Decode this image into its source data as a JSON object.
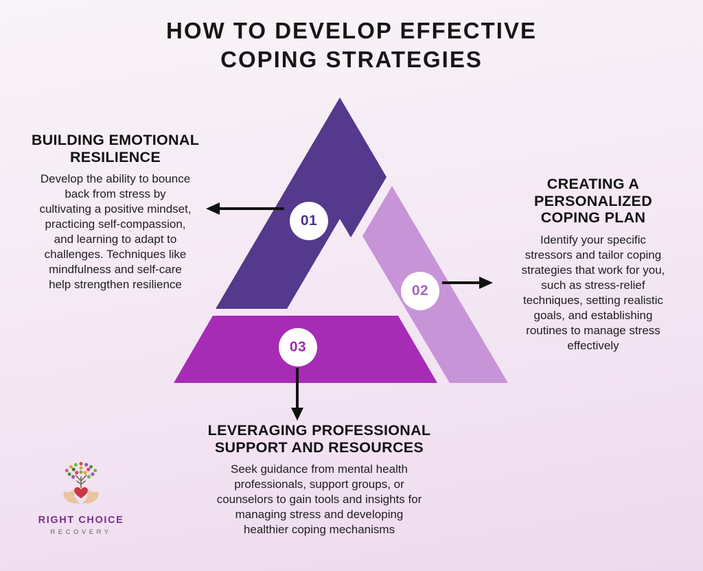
{
  "title": {
    "text": "HOW TO DEVELOP EFFECTIVE\nCOPING STRATEGIES"
  },
  "sections": [
    {
      "id": "building-emotional-resilience",
      "number": "01",
      "heading": "BUILDING EMOTIONAL\nRESILIENCE",
      "body": "Develop the ability to bounce\nback from stress by\ncultivating a positive mindset,\npracticing self-compassion,\nand learning to adapt to\nchallenges. Techniques like\nmindfulness and self-care\nhelp strengthen resilience",
      "color": "#54398c",
      "number_color": "#4d3387"
    },
    {
      "id": "creating-personalized-coping-plan",
      "number": "02",
      "heading": "CREATING A\nPERSONALIZED\nCOPING PLAN",
      "body": "Identify your specific\nstressors and tailor coping\nstrategies that work for you,\nsuch as stress-relief\ntechniques, setting realistic\ngoals, and establishing\nroutines to manage stress\neffectively",
      "color": "#c794d8",
      "number_color": "#a763c2"
    },
    {
      "id": "leveraging-professional-support",
      "number": "03",
      "heading": "LEVERAGING PROFESSIONAL\nSUPPORT AND RESOURCES",
      "body": "Seek guidance from mental health\nprofessionals, support groups, or\ncounselors to gain tools and insights for\nmanaging stress and developing\nhealthier coping mechanisms",
      "color": "#a62cb5",
      "number_color": "#a12cb3"
    }
  ],
  "logo": {
    "name": "RIGHT CHOICE",
    "subname": "RECOVERY"
  },
  "colors": {
    "arrow": "#111111",
    "badge_background": "#ffffff",
    "title_text": "#161616",
    "logo_purple": "#7b2e8e",
    "logo_gray": "#666666"
  }
}
